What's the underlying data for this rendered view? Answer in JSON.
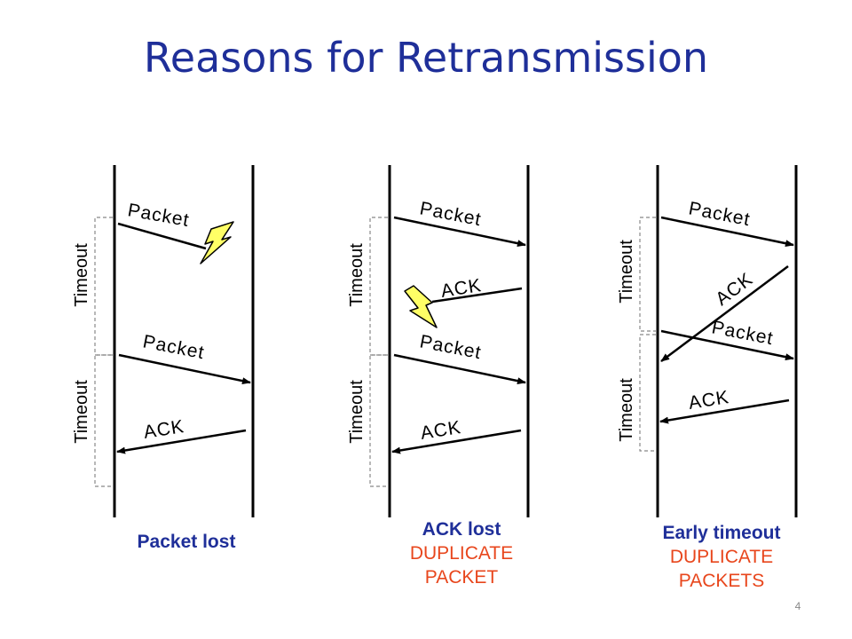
{
  "title": "Reasons for Retransmission",
  "page_number": "4",
  "colors": {
    "title": "#1f2f99",
    "caption": "#1f2f99",
    "duplicate": "#e8461c",
    "bolt_fill": "#ffff66"
  },
  "scenarios": [
    {
      "timeout_labels": [
        "Timeout",
        "Timeout"
      ],
      "messages": [
        "Packet",
        "Packet",
        "ACK"
      ],
      "caption": "Packet lost",
      "caption_lines": []
    },
    {
      "timeout_labels": [
        "Timeout",
        "Timeout"
      ],
      "messages": [
        "Packet",
        "ACK",
        "Packet",
        "ACK"
      ],
      "caption": "ACK lost",
      "caption_lines": [
        "DUPLICATE",
        "PACKET"
      ]
    },
    {
      "timeout_labels": [
        "Timeout",
        "Timeout"
      ],
      "messages": [
        "Packet",
        "ACK",
        "Packet",
        "ACK"
      ],
      "caption": "Early timeout",
      "caption_lines": [
        "DUPLICATE",
        "PACKETS"
      ]
    }
  ]
}
